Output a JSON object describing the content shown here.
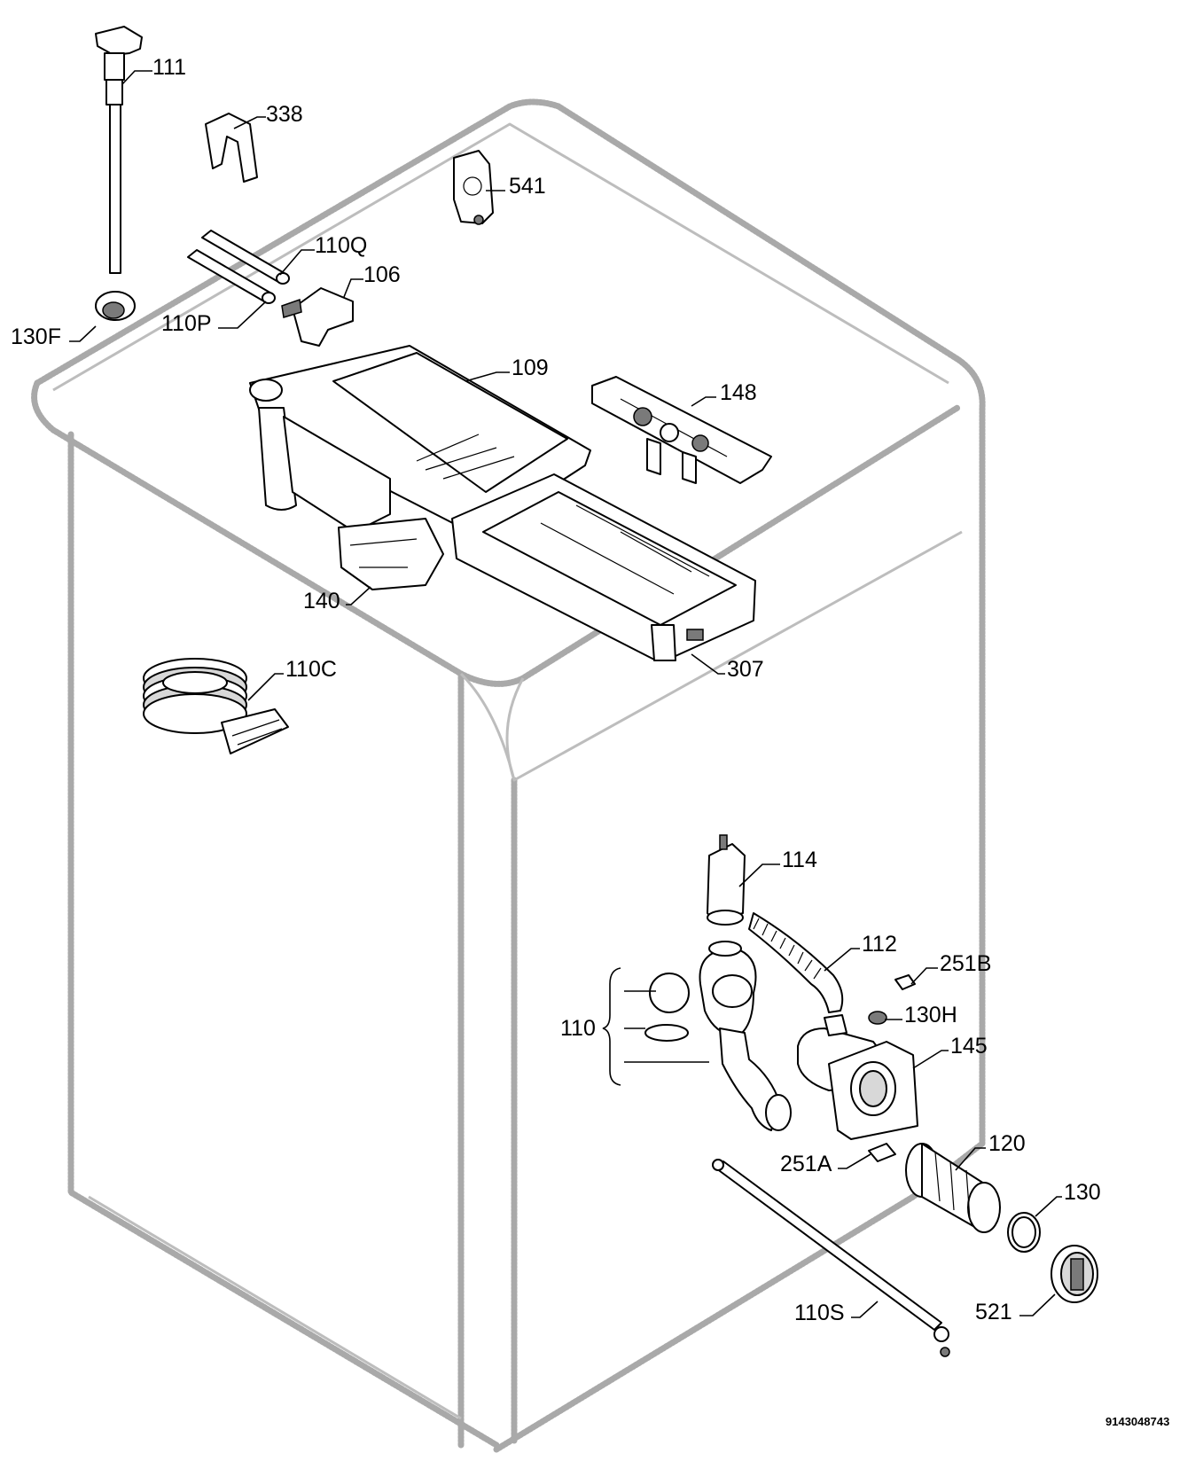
{
  "labels": {
    "p111": "111",
    "p338": "338",
    "p541": "541",
    "p110q": "110Q",
    "p106": "106",
    "p110p": "110P",
    "p130f": "130F",
    "p109": "109",
    "p148": "148",
    "p140": "140",
    "p307": "307",
    "p110c": "110C",
    "p114": "114",
    "p112": "112",
    "p251b": "251B",
    "p110": "110",
    "p130h": "130H",
    "p145": "145",
    "p251a": "251A",
    "p120": "120",
    "p130": "130",
    "p110s": "110S",
    "p521": "521"
  },
  "drawing_code": "9143048743"
}
